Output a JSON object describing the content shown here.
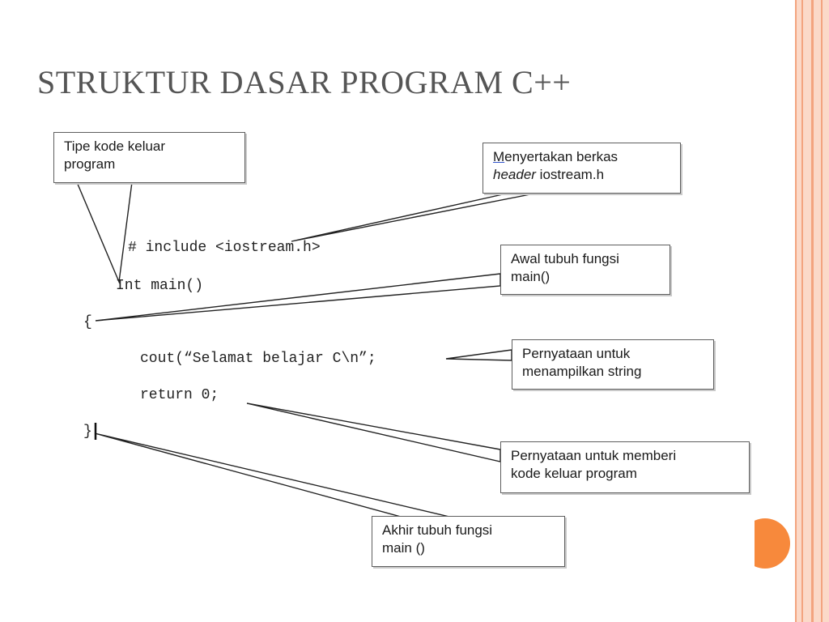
{
  "slide": {
    "title": "STRUKTUR DASAR PROGRAM C++"
  },
  "code": {
    "include": "# include <iostream.h>",
    "main": "Int main()",
    "open_brace": "{",
    "cout": "cout(“Selamat belajar C\\n”;",
    "return": "return 0;",
    "close_brace": "}"
  },
  "callouts": {
    "tipe_kode": {
      "line1": "Tipe kode keluar",
      "line2": "program"
    },
    "menyertakan": {
      "line1_first": "M",
      "line1_rest": "enyertakan  berkas",
      "line2_italic": "header",
      "line2_rest": " iostream.h"
    },
    "awal_tubuh": {
      "line1": "Awal tubuh fungsi",
      "line2": "main()"
    },
    "pernyataan_string": {
      "line1": "Pernyataan untuk",
      "line2": "menampilkan string"
    },
    "pernyataan_kode": {
      "line1": "Pernyataan untuk memberi",
      "line2": "kode keluar  program"
    },
    "akhir_tubuh": {
      "line1": "Akhir tubuh fungsi",
      "line2": "main ()"
    }
  },
  "colors": {
    "accent_orange": "#f7893c",
    "stripe_peach": "#fbd9c8",
    "stripe_dark": "#f3a47f",
    "title_gray": "#555555"
  }
}
